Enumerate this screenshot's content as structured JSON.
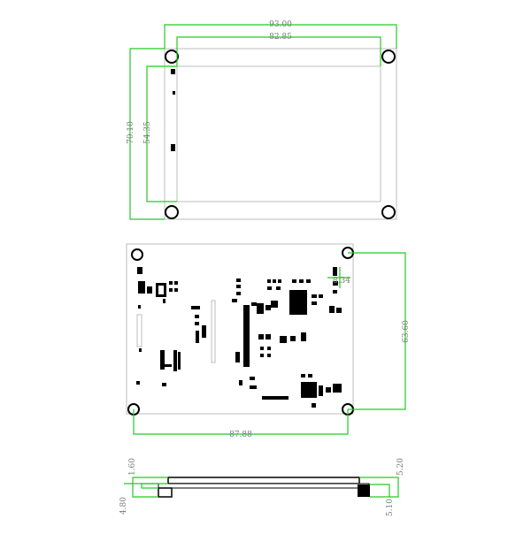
{
  "dimensions": {
    "top_width_outer": "93.00",
    "top_width_inner": "82.85",
    "top_height_outer": "70.10",
    "top_height_inner": "54.35",
    "pcb_hole_width": "87.88",
    "pcb_hole_height": "63.60",
    "pcb_small_offset": "8.34",
    "side_thickness_top": "1.60",
    "side_total_left": "4.80",
    "side_total_right": "5.20",
    "side_lower_right": "5.10"
  },
  "colors": {
    "dimension_line": "#22cc22",
    "outline": "#bdbdbd",
    "text": "#7a7a7a",
    "ink": "#000000"
  }
}
